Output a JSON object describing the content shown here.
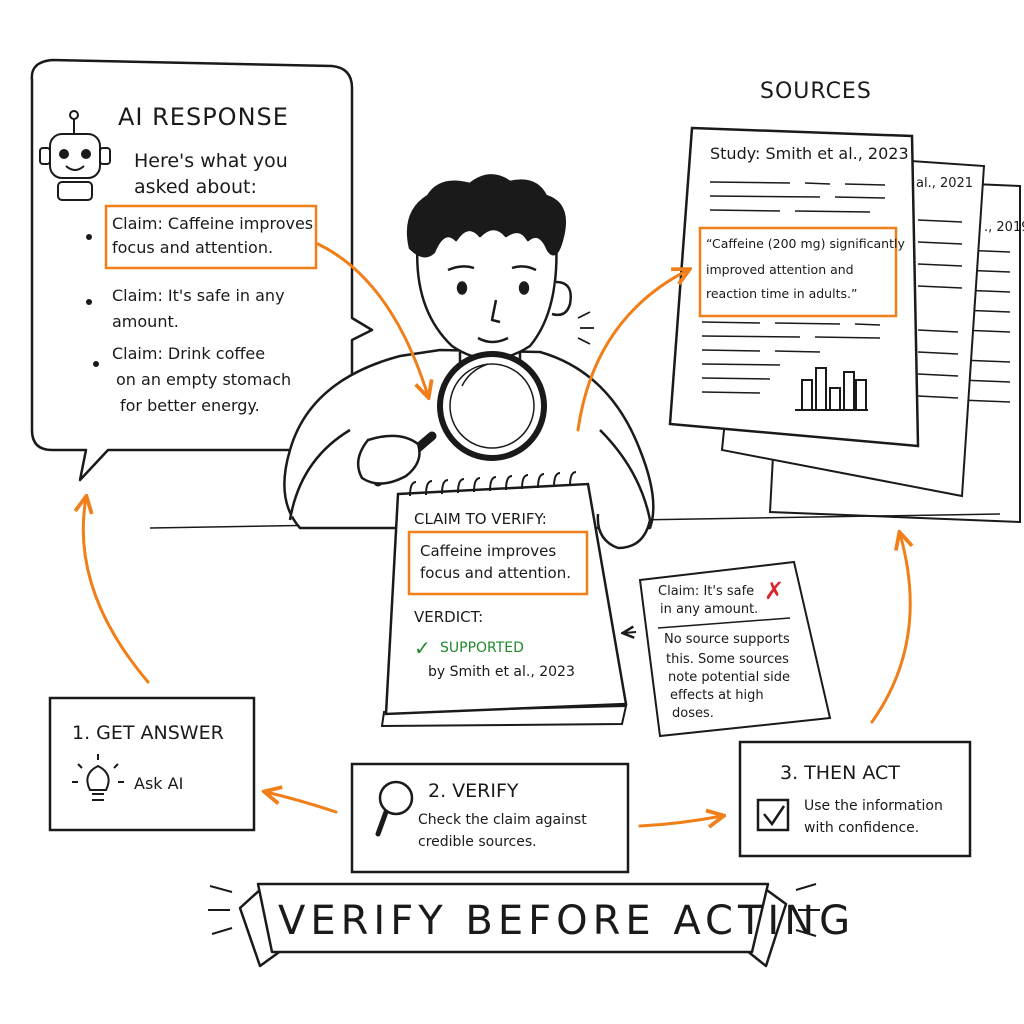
{
  "ai_response": {
    "title": "AI RESPONSE",
    "intro_line1": "Here's what you",
    "intro_line2": "asked about:",
    "claim1_line1": "Claim: Caffeine improves",
    "claim1_line2": "focus and attention.",
    "claim2_line1": "Claim: It's safe in any",
    "claim2_line2": "amount.",
    "claim3_line1": "Claim: Drink coffee",
    "claim3_line2": "on an empty stomach",
    "claim3_line3": "for better energy."
  },
  "sources": {
    "title": "SOURCES",
    "study_main": "Study: Smith et al., 2023",
    "study_2": "al., 2021",
    "study_3": "., 2019",
    "quote_line1": "“Caffeine (200 mg) significantly",
    "quote_line2": "improved attention and",
    "quote_line3": "reaction time in adults.”"
  },
  "notebook": {
    "heading": "CLAIM TO VERIFY:",
    "claim_line1": "Caffeine improves",
    "claim_line2": "focus and attention.",
    "verdict_label": "VERDICT:",
    "verdict_mark": "✓",
    "verdict_value": "SUPPORTED",
    "verdict_by": "by Smith et al., 2023"
  },
  "note_card": {
    "claim_line1": "Claim: It's safe",
    "claim_line2": "in any amount.",
    "reject_mark": "✗",
    "body_line1": "No source supports",
    "body_line2": "this. Some sources",
    "body_line3": "note potential side",
    "body_line4": "effects at high",
    "body_line5": "doses."
  },
  "steps": {
    "step1_title": "1. GET ANSWER",
    "step1_text": "Ask AI",
    "step2_title": "2. VERIFY",
    "step2_line1": "Check the claim against",
    "step2_line2": "credible sources.",
    "step3_title": "3. THEN ACT",
    "step3_line1": "Use the information",
    "step3_line2": "with confidence.",
    "step3_check": "✓"
  },
  "banner": {
    "text": "VERIFY BEFORE ACTING"
  },
  "colors": {
    "accent": "#f07f1a",
    "ink": "#1a1a1a",
    "supported": "#1f8a2b",
    "rejected": "#d9262c"
  },
  "icons": [
    "robot-icon",
    "magnifier-icon",
    "lightbulb-icon",
    "checkbox-icon",
    "bar-chart-icon"
  ]
}
